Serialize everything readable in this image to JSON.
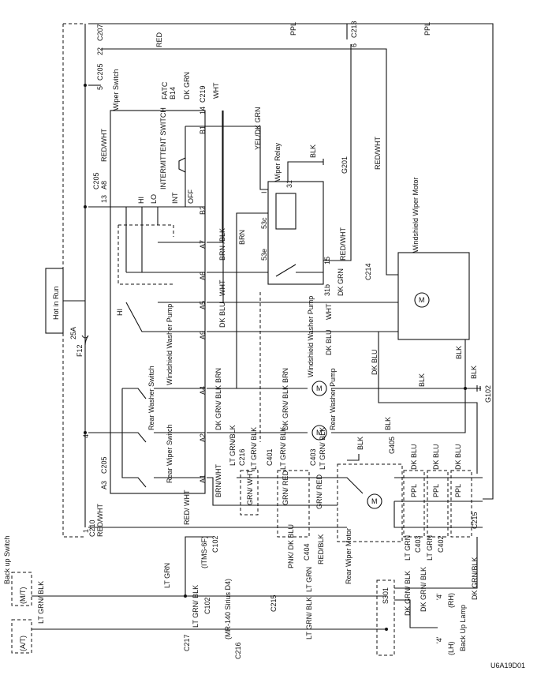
{
  "diagram_id": "U6A19D01",
  "power": {
    "label": "Hot in Run",
    "fuse": "F12",
    "rating": "25A"
  },
  "connectors": {
    "c207": "C207",
    "c207_pin": "22",
    "c205": "C205",
    "c205_pin_top": "5",
    "c213": "C213",
    "c213_pin": "6",
    "c219": "C219",
    "c219_pin": "14",
    "c205_a8": "A8",
    "c205_a8_pin": "13",
    "c205_a3": "A3",
    "c205_a3_pin": "4",
    "c210": "C210",
    "c210_pin": "1",
    "c214": "C214",
    "c215": "C215",
    "c216": "C216",
    "c401": "C401",
    "c403": "C403",
    "c404": "C404",
    "c402": "C402",
    "c217": "C217",
    "c102": "C102",
    "c403b": "C403"
  },
  "components": {
    "wiper_switch": "Wiper Switch",
    "intermittent_switch": "INTERMITTENT SWITCH",
    "wiper_relay": "Wiper Relay",
    "windshield_wiper_motor": "Windshield Wiper Motor",
    "windshield_washer_pump": "Windshield Washer Pump",
    "rear_washer_pump": "Rear Washer Pump",
    "windshield_washer_pump_sw": "Windshield Washer Pump",
    "rear_washer_switch": "Rear Washer Switch",
    "rear_wiper_switch": "Rear Wiper Switch",
    "rear_wiper_motor": "Rear Wiper Motor",
    "backup_switch": "Back up Switch",
    "backup_lamp": "Back Up Lamp",
    "splice": "S301",
    "fatc": "FATC",
    "fatc_pin": "B14",
    "motor": "M"
  },
  "grounds": {
    "g201": "G201",
    "g102": "G102",
    "g405": "G405"
  },
  "switch_positions": {
    "hi": "HI",
    "lo": "LO",
    "int": "INT",
    "off": "OFF"
  },
  "pins": {
    "b1": "B1",
    "b2": "B2",
    "a7": "A7",
    "a6": "A6",
    "a5": "A5",
    "a9": "A9",
    "a4": "A4",
    "a2": "A2",
    "a1": "A1",
    "relay_31": "31",
    "relay_i": "I",
    "relay_53c": "53c",
    "relay_53e": "53e",
    "relay_15": "15",
    "relay_31b": "31b"
  },
  "wires": {
    "red": "RED",
    "ppl1": "PPL",
    "ppl2": "PPL",
    "red_wht1": "RED/WHT",
    "red_wht2": "RED/WHT",
    "red_wht3": "RED/WHT",
    "red_wht4": "RED/ WHT",
    "red_wht5": "RED/WHT",
    "dk_grn": "DK GRN",
    "wht1": "WHT",
    "wht2": "WHT",
    "wht3": "WHT",
    "yel_dk_grn": "YEL/DK GRN",
    "blk_g201": "BLK",
    "brn_blk": "BRN /BLK",
    "brn1": "BRN",
    "brn2": "BRN",
    "brn3": "BRN",
    "dk_blu1": "DK BLU",
    "dk_blu2": "DK BLU",
    "dk_blu3": "DK BLU",
    "dk_grn2": "DK GRN",
    "blk1": "BLK",
    "blk2": "BLK",
    "blk3": "BLK",
    "blk4": "BLK",
    "dk_grn_blk1": "DK GRN/ BLK",
    "dk_grn_blk2": "DK GRN/ BLK",
    "lt_grn_blk": "LT GRN/BLK",
    "brn_wht": "BRN/WHT",
    "grn_wht": "GRN/ WHT",
    "lt_grn_blk2": "LT GRN/ BLK",
    "grn_red1": "GRN/ RED",
    "lt_grn_blk3": "LT GRN/ BLK",
    "grn_red2": "GRN/ RED",
    "lt_grn_blk4": "LT GRN/ BLK",
    "blk_g405": "BLK",
    "pnk_dk_blu": "PNK/ DK BLU",
    "red_blk": "RED/BLK",
    "dk_blu_a": "DK BLU",
    "dk_blu_b": "DK BLU",
    "dk_blu_c": "DK BLU",
    "ppl_a": "PPL",
    "ppl_b": "PPL",
    "ppl_c": "PPL",
    "lt_grn_a": "LT GRN",
    "lt_grn_b": "LT GRN",
    "dk_grn_blk3": "DK GRN/BLK",
    "lt_grn1": "LT GRN",
    "lt_grn2": "LT GRN",
    "lt_grn_blk5": "LT GRN/ BLK",
    "lt_grn_blk6": "LT GRN/ BLK",
    "lt_grn_blk8": "LT GRN/ BLK",
    "dk_grn_blk4": "DK GRN/ BLK",
    "dk_grn_blk5": "DK GRN/ BLK"
  },
  "misc": {
    "itms": "(ITMS-6F)",
    "mr140": "(MR-140 Sirius D4)",
    "mt": "(M/T)",
    "at": "(A/T)",
    "lh": "(LH)",
    "rh": "(RH)",
    "lamp4a": "'4'",
    "lamp4b": "'4'"
  }
}
